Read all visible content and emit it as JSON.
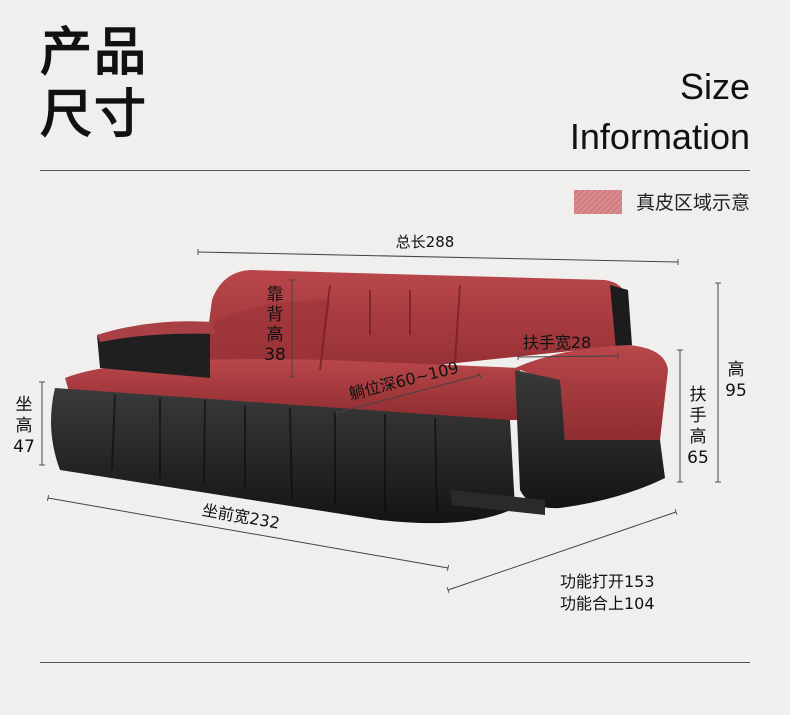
{
  "header": {
    "title_line1": "产品",
    "title_line2": "尺寸",
    "en_line1": "Size",
    "en_line2": "Information"
  },
  "legend": {
    "label": "真皮区域示意",
    "swatch_color": "#d98d90"
  },
  "colors": {
    "leather_red": "#a8383c",
    "black_leather": "#1e1e1e",
    "dimension_line": "#444444"
  },
  "dimensions": {
    "total_length": "总长288",
    "back_height": [
      "靠",
      "背",
      "高",
      "38"
    ],
    "armrest_width": "扶手宽28",
    "lying_depth": "躺位深60~109",
    "seat_height": [
      "坐",
      "高",
      "47"
    ],
    "total_height": [
      "高",
      "95"
    ],
    "armrest_height": [
      "扶",
      "手",
      "高",
      "65"
    ],
    "seat_front_width": "坐前宽232",
    "function_open": "功能打开153",
    "function_closed": "功能合上104"
  }
}
